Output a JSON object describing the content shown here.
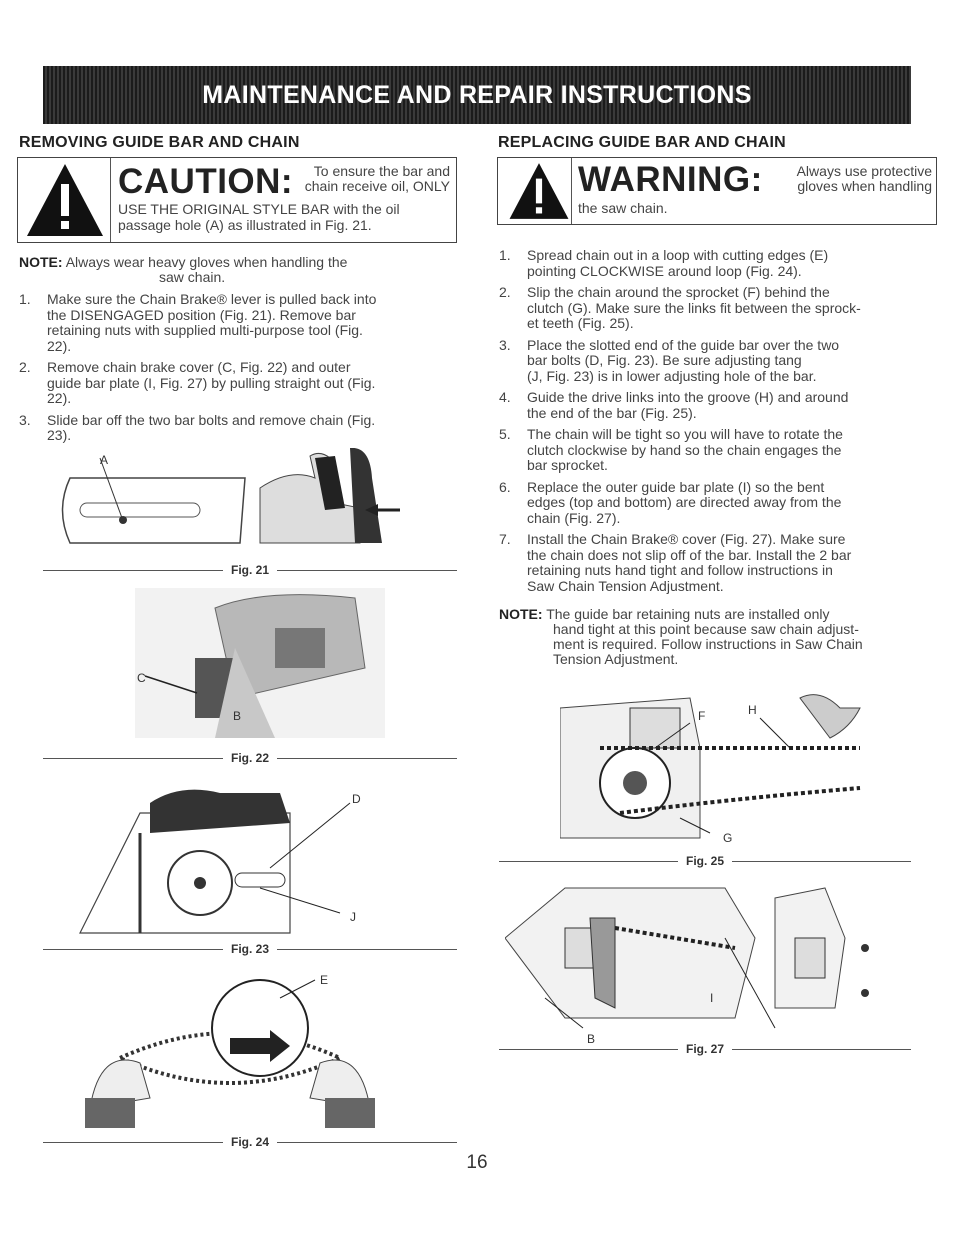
{
  "banner_title": "MAINTENANCE AND REPAIR INSTRUCTIONS",
  "left": {
    "heading": "REMOVING GUIDE BAR AND CHAIN",
    "caution": {
      "word": "CAUTION:",
      "side_text": [
        "To ensure the bar and",
        "chain receive oil, ONLY"
      ],
      "body": [
        "USE THE ORIGINAL STYLE BAR with the oil",
        "passage hole (A) as illustrated in Fig. 21."
      ]
    },
    "note_label": "NOTE:",
    "note_lines": [
      "Always wear heavy gloves when handling the",
      "saw chain."
    ],
    "steps": [
      {
        "num": "1.",
        "lines": [
          "Make sure the Chain Brake® lever is pulled back into",
          "the DISENGAGED position (Fig. 21). Remove bar",
          "retaining nuts with supplied multi-purpose tool (Fig.",
          "22)."
        ]
      },
      {
        "num": "2.",
        "lines": [
          "Remove chain brake cover (C, Fig. 22) and outer",
          "guide bar plate (I, Fig. 27) by pulling straight out (Fig.",
          "22)."
        ]
      },
      {
        "num": "3.",
        "lines": [
          "Slide bar off the two bar bolts and remove chain  (Fig.",
          "23)."
        ]
      }
    ],
    "figures": [
      {
        "caption": "Fig. 21",
        "labels": [
          "A"
        ]
      },
      {
        "caption": "Fig. 22",
        "labels": [
          "C",
          "B"
        ]
      },
      {
        "caption": "Fig. 23",
        "labels": [
          "D",
          "J"
        ]
      },
      {
        "caption": "Fig. 24",
        "labels": [
          "E"
        ]
      }
    ]
  },
  "right": {
    "heading": "REPLACING GUIDE BAR AND CHAIN",
    "warning": {
      "word": "WARNING:",
      "side_text": [
        "Always use protective",
        "gloves when handling"
      ],
      "body": [
        "the saw chain."
      ]
    },
    "steps": [
      {
        "num": "1.",
        "lines": [
          "Spread chain out in a loop with cutting edges (E)",
          "pointing CLOCKWISE around loop (Fig. 24)."
        ]
      },
      {
        "num": "2.",
        "lines": [
          "Slip the chain around the sprocket (F) behind the",
          "clutch (G). Make sure the links fit between the sprock-",
          "et teeth (Fig. 25)."
        ]
      },
      {
        "num": "3.",
        "lines": [
          "Place the slotted end of the guide bar over the two",
          "bar bolts (D, Fig. 23). Be sure adjusting tang",
          "(J, Fig. 23) is in lower adjusting hole of the bar."
        ]
      },
      {
        "num": "4.",
        "lines": [
          "Guide the drive links into the groove (H) and around",
          "the end of the bar (Fig. 25)."
        ]
      },
      {
        "num": "5.",
        "lines": [
          "The chain will be tight so you will have to rotate the",
          "clutch clockwise by hand so the chain engages the",
          "bar sprocket."
        ]
      },
      {
        "num": "6.",
        "lines": [
          "Replace the outer guide bar plate (I) so the bent",
          "edges (top and bottom) are directed away from the",
          "chain (Fig. 27)."
        ]
      },
      {
        "num": "7.",
        "lines": [
          "Install the Chain Brake® cover (Fig. 27). Make sure",
          "the chain does not slip off of the bar. Install the 2 bar",
          "retaining nuts hand tight and follow instructions in",
          "Saw Chain Tension Adjustment."
        ]
      }
    ],
    "note_label": "NOTE:",
    "note_lines": [
      "The guide bar retaining nuts are installed only",
      "hand tight at this point because saw chain adjust-",
      "ment is required. Follow instructions in Saw Chain",
      "Tension Adjustment."
    ],
    "figures": [
      {
        "caption": "Fig. 25",
        "labels": [
          "F",
          "H",
          "G"
        ]
      },
      {
        "caption": "Fig. 27",
        "labels": [
          "I",
          "B"
        ]
      }
    ]
  },
  "page_number": "16"
}
